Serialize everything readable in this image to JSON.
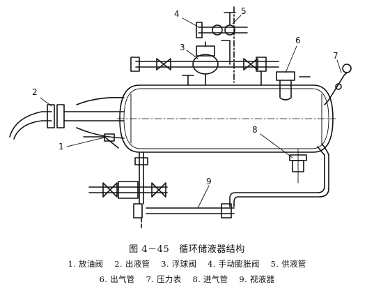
{
  "caption": {
    "figure_number": "图 4－45",
    "title": "循环储液器结构"
  },
  "legend": {
    "line1": [
      {
        "num": "1.",
        "label": "放油阀"
      },
      {
        "num": "2.",
        "label": "出液管"
      },
      {
        "num": "3.",
        "label": "浮球阀"
      },
      {
        "num": "4.",
        "label": "手动膨胀阀"
      },
      {
        "num": "5.",
        "label": "供液管"
      }
    ],
    "line2": [
      {
        "num": "6.",
        "label": "出气管"
      },
      {
        "num": "7.",
        "label": "压力表"
      },
      {
        "num": "8.",
        "label": "进气管"
      },
      {
        "num": "9.",
        "label": "视液器"
      }
    ]
  },
  "callouts": [
    "1",
    "2",
    "3",
    "4",
    "5",
    "6",
    "7",
    "8",
    "9"
  ]
}
